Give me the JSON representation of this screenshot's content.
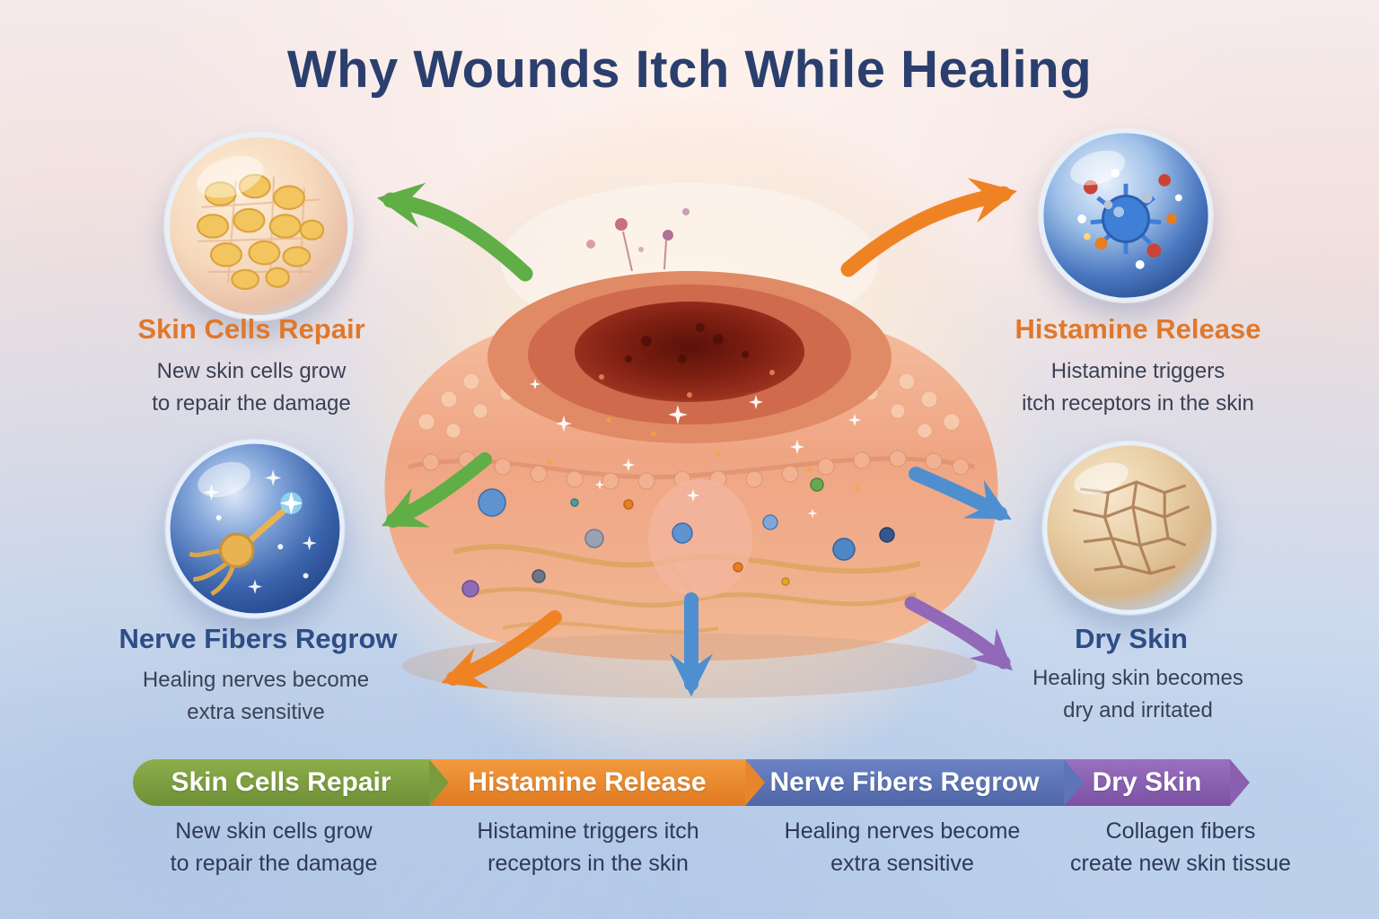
{
  "title": "Why Wounds Itch While Healing",
  "callouts": {
    "skin_cells": {
      "heading": "Skin Cells Repair",
      "line1": "New skin cells grow",
      "line2": "to repair the damage"
    },
    "histamine": {
      "heading": "Histamine Release",
      "line1": "Histamine triggers",
      "line2": "itch receptors in the skin"
    },
    "nerve": {
      "heading": "Nerve Fibers Regrow",
      "line1": "Healing nerves become",
      "line2": "extra sensitive"
    },
    "dry_skin": {
      "heading": "Dry Skin",
      "line1": "Healing skin becomes",
      "line2": "dry and irritated"
    }
  },
  "banner": {
    "segments": [
      {
        "label": "Skin Cells Repair",
        "color": "#7a9a3e",
        "desc_line1": "New skin cells grow",
        "desc_line2": "to repair the damage"
      },
      {
        "label": "Histamine Release",
        "color": "#e8862e",
        "desc_line1": "Histamine triggers itch",
        "desc_line2": "receptors in the skin"
      },
      {
        "label": "Nerve Fibers Regrow",
        "color": "#5d74b8",
        "desc_line1": "Healing nerves become",
        "desc_line2": "extra sensitive"
      },
      {
        "label": "Dry Skin",
        "color": "#8a5fb0",
        "desc_line1": "Collagen fibers",
        "desc_line2": "create new skin tissue"
      }
    ]
  },
  "colors": {
    "title": "#2b3f6e",
    "heading_orange": "#e0782a",
    "heading_navy": "#2d4d86",
    "body_text": "#3a4154",
    "arrow_green": "#5fae46",
    "arrow_orange": "#ef8323",
    "arrow_blue": "#4f8fd0",
    "arrow_purple": "#9268b8"
  }
}
